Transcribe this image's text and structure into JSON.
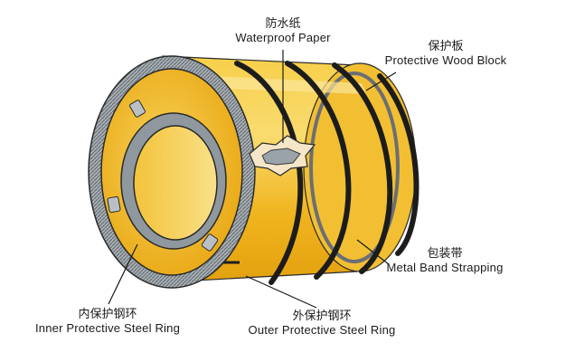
{
  "labels": {
    "waterproof_paper": {
      "zh": "防水纸",
      "en": "Waterproof Paper"
    },
    "wood_block": {
      "zh": "保护板",
      "en": "Protective Wood Block"
    },
    "band_strapping": {
      "zh": "包装带",
      "en": "Metal Band Strapping"
    },
    "inner_ring": {
      "zh": "内保护钢环",
      "en": "Inner Protective Steel Ring"
    },
    "outer_ring": {
      "zh": "外保护钢环",
      "en": "Outer Protective Steel Ring"
    }
  },
  "colors": {
    "coil_body": "#f2b51c",
    "coil_light": "#f9d766",
    "ring_gray": "#9aa3aa",
    "band_dark": "#1c1c1c"
  }
}
